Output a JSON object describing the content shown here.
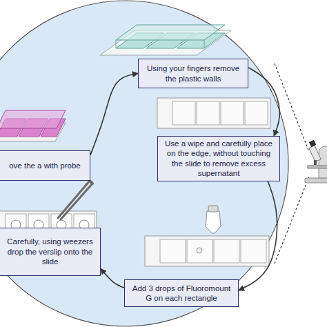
{
  "diagram": {
    "nodes": [
      {
        "text": [
          "Using your fingers remove the plastic walls"
        ]
      },
      {
        "text": [
          "Use a wipe and carefully place on the edge, without touching the slide to remove excess supernatant"
        ]
      },
      {
        "text": [
          "Add 3 drops of Fluoromount G on each rectangle"
        ]
      },
      {
        "text": [
          "Carefully, using weezers drop the verslip onto the slide"
        ]
      },
      {
        "text": [
          "ove the a with probe"
        ]
      }
    ],
    "edges": [
      {
        "from": 4,
        "to": 0,
        "arrow": "to"
      },
      {
        "from": 0,
        "to": 1,
        "arrow": "to"
      },
      {
        "from": 1,
        "to": 2,
        "arrow": "to"
      },
      {
        "from": 2,
        "to": 3,
        "arrow": "to"
      }
    ]
  }
}
